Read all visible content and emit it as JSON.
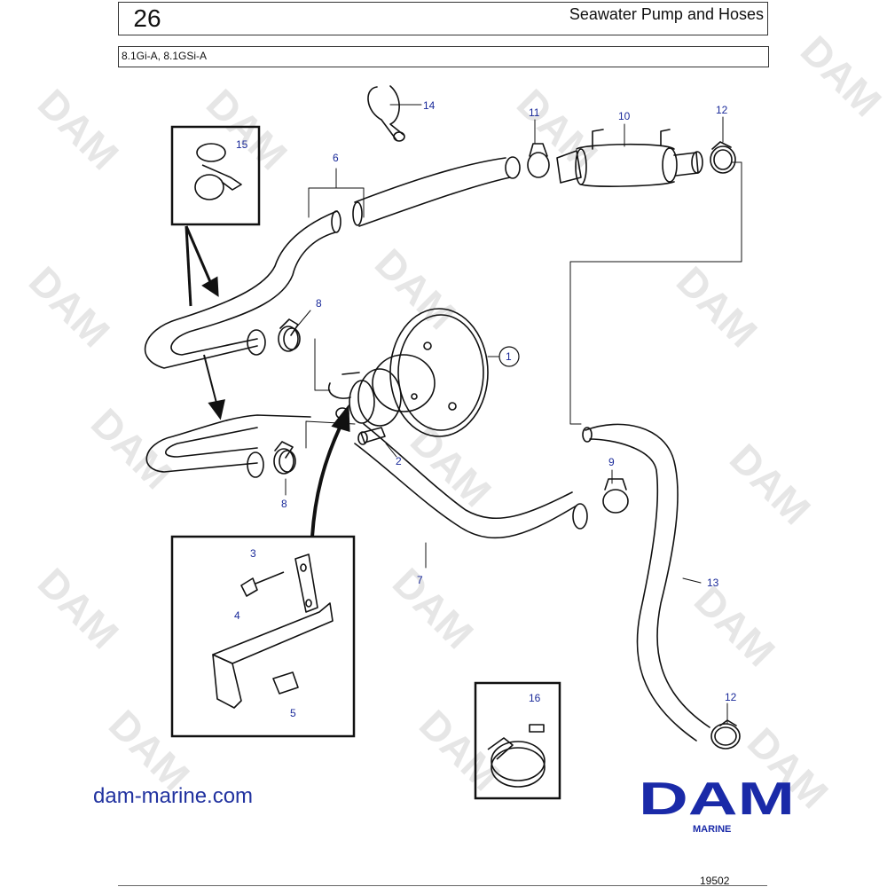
{
  "header": {
    "page_number": "26",
    "title": "Seawater Pump and Hoses",
    "models": "8.1Gi-A, 8.1GSi-A"
  },
  "callouts": [
    "1",
    "2",
    "3",
    "4",
    "5",
    "6",
    "7",
    "8",
    "8",
    "9",
    "10",
    "11",
    "12",
    "12",
    "13",
    "14",
    "15",
    "16"
  ],
  "footer": {
    "website": "dam-marine.com",
    "brand": "DAM",
    "brand_sub": "MARINE",
    "figure_number": "19502"
  },
  "watermark": "DAM",
  "colors": {
    "callout": "#1a2a9a",
    "brand": "#1a2aa8",
    "line": "#111111",
    "watermark": "#e6e6e6"
  }
}
